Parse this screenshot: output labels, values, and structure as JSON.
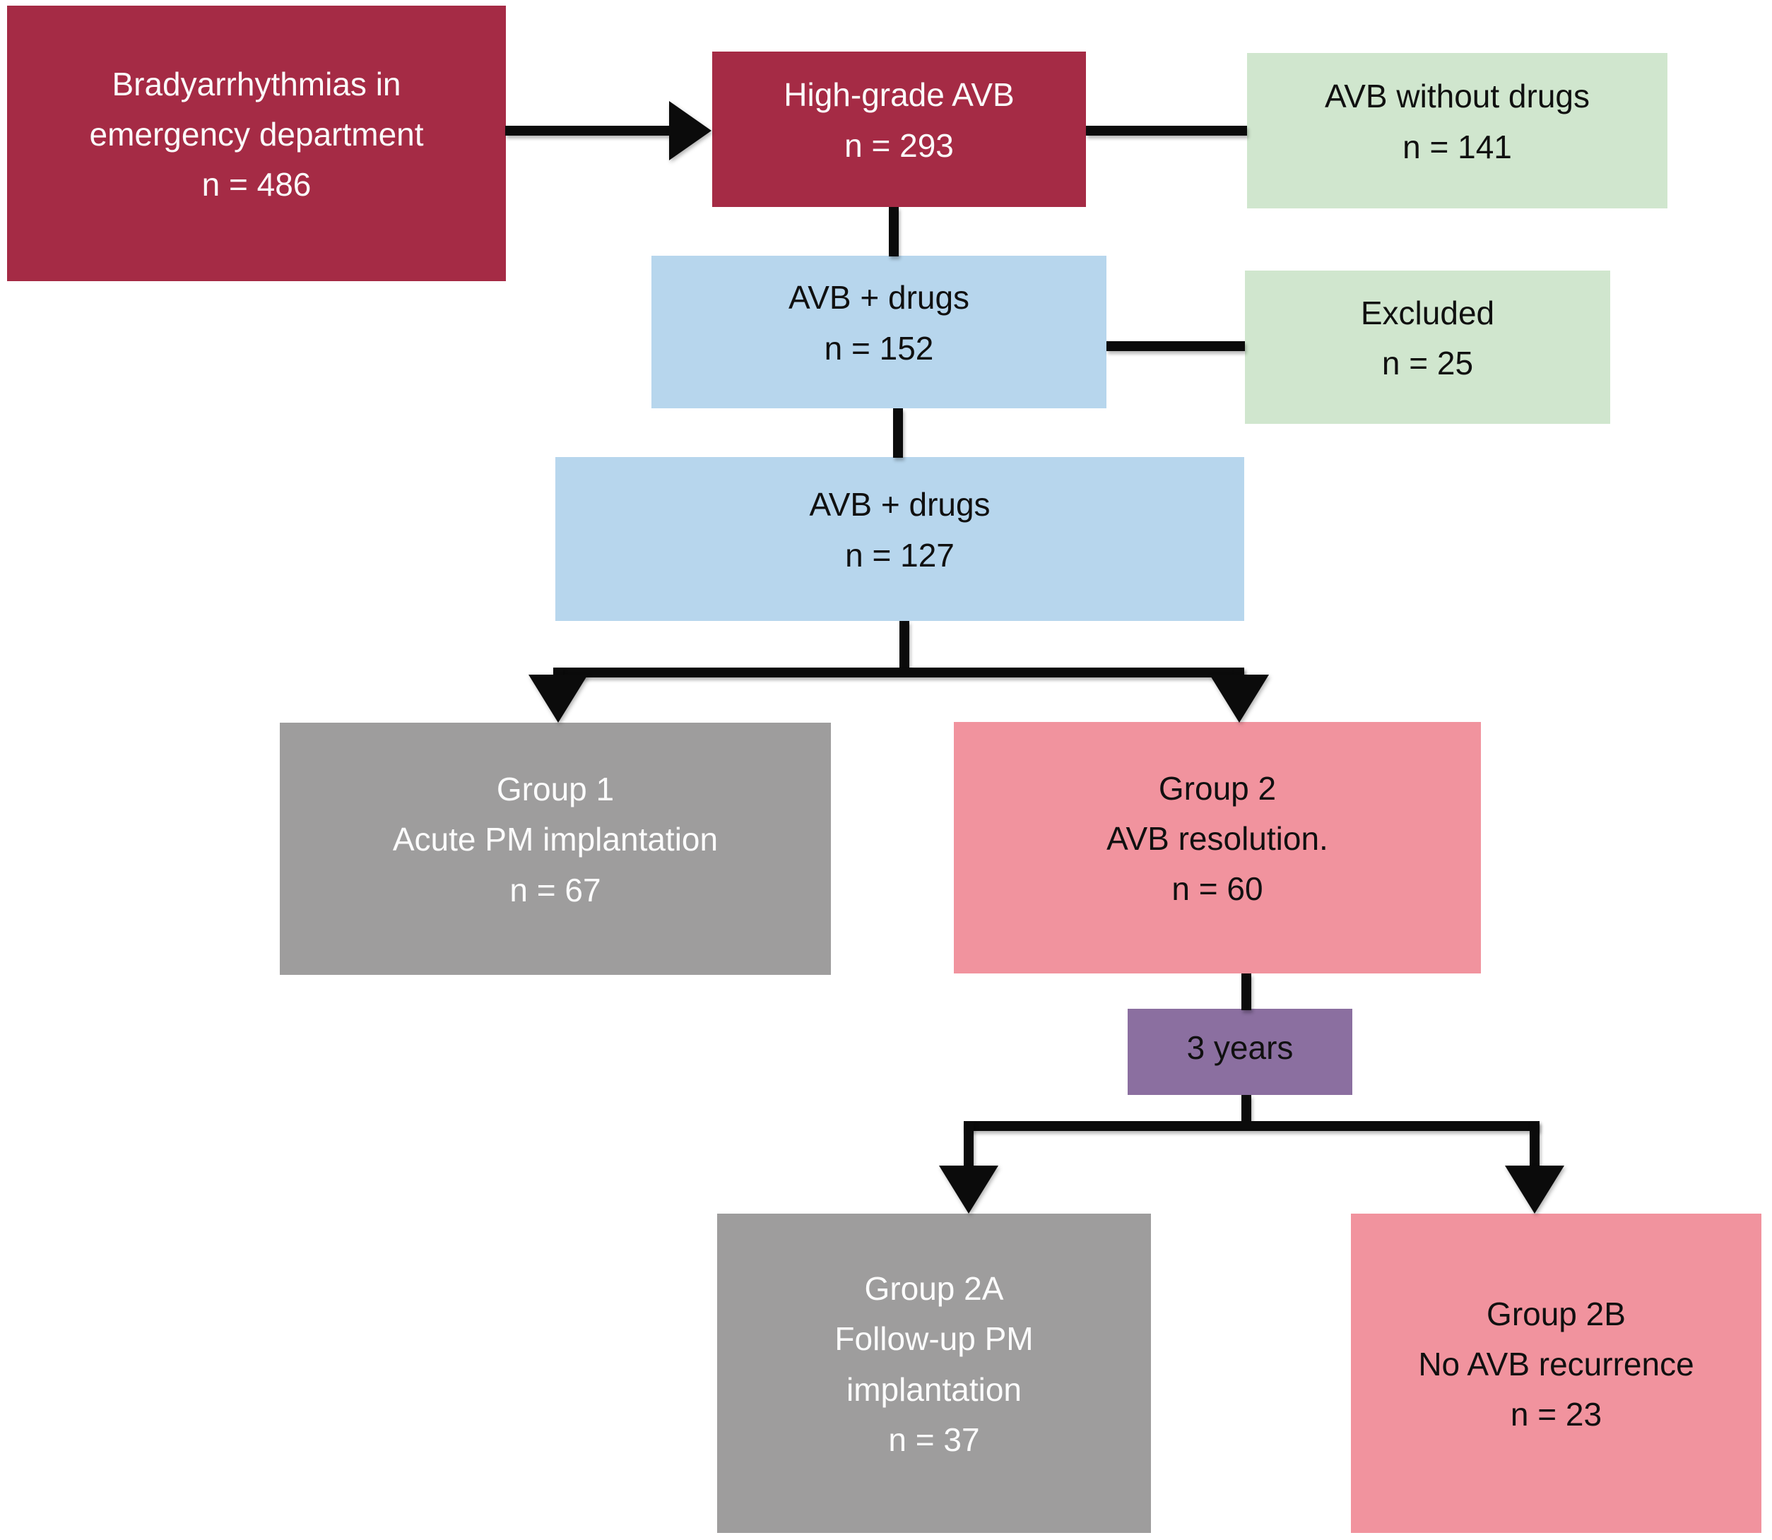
{
  "colors": {
    "dark_red": "#A52B45",
    "light_green": "#D0E6CE",
    "light_blue": "#B7D6ED",
    "gray": "#9E9D9D",
    "pink": "#F1939E",
    "purple": "#8B6FA0",
    "connector": "#0B0B0B",
    "background": "#FFFFFF",
    "text_on_dark": "#FBFBFB",
    "text_on_light": "#101010"
  },
  "nodes": {
    "ed": {
      "lines": [
        "Bradyarrhythmias in",
        "emergency department",
        "n = 486"
      ],
      "color": "dark_red"
    },
    "hgavb": {
      "lines": [
        "High-grade AVB",
        "n = 293"
      ],
      "color": "dark_red"
    },
    "avb_without_drugs": {
      "lines": [
        "AVB without drugs",
        "n = 141"
      ],
      "color": "light_green"
    },
    "avb_plus_drugs_152": {
      "lines": [
        "AVB + drugs",
        "n = 152"
      ],
      "color": "light_blue"
    },
    "excluded": {
      "lines": [
        "Excluded",
        "n = 25"
      ],
      "color": "light_green"
    },
    "avb_plus_drugs_127": {
      "lines": [
        "AVB + drugs",
        "n = 127"
      ],
      "color": "light_blue"
    },
    "group1": {
      "lines": [
        "Group 1",
        "Acute PM implantation",
        "n = 67"
      ],
      "color": "gray"
    },
    "group2": {
      "lines": [
        "Group 2",
        "AVB resolution.",
        "n = 60"
      ],
      "color": "pink"
    },
    "three_years": {
      "lines": [
        "3 years"
      ],
      "color": "purple"
    },
    "group2a": {
      "lines": [
        "Group 2A",
        "Follow-up PM",
        "implantation",
        "n = 37"
      ],
      "color": "gray"
    },
    "group2b": {
      "lines": [
        "Group 2B",
        "No AVB recurrence",
        "n = 23"
      ],
      "color": "pink"
    }
  }
}
